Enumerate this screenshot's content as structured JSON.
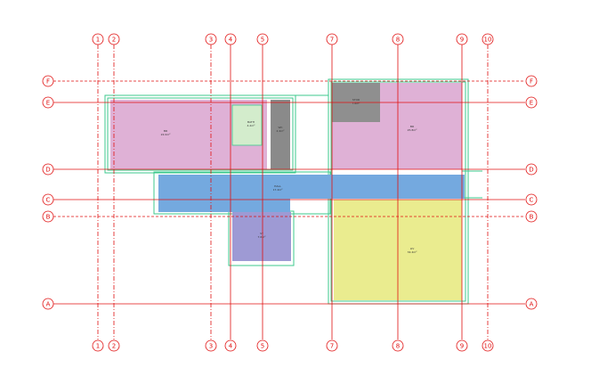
{
  "grid": {
    "vertical_labels": [
      "1",
      "2",
      "3",
      "4",
      "5",
      "7",
      "8",
      "9",
      "10"
    ],
    "horizontal_labels": [
      "F",
      "E",
      "D",
      "C",
      "B",
      "A"
    ]
  },
  "rooms": [
    {
      "name": "room-left-large",
      "label": "BR",
      "area": "22.0m²",
      "color": "#dfb1d6"
    },
    {
      "name": "room-small-green",
      "label": "BATH",
      "area": "4.2m²",
      "color": "#d3eccc"
    },
    {
      "name": "room-small-grey",
      "label": "WC",
      "area": "2.4m²",
      "color": "#8a8a8a"
    },
    {
      "name": "room-corridor",
      "label": "HALL",
      "area": "17.4m²",
      "color": "#74a9df"
    },
    {
      "name": "room-purple",
      "label": "ST",
      "area": "7.6m²",
      "color": "#9e9ad4"
    },
    {
      "name": "room-dark-grey",
      "label": "STOR",
      "area": "7.6m²",
      "color": "#8f8f8f"
    },
    {
      "name": "room-right-pink",
      "label": "BR",
      "area": "25.8m²",
      "color": "#dfb1d6"
    },
    {
      "name": "room-yellow",
      "label": "LIV",
      "area": "34.4m²",
      "color": "#eaec8f"
    }
  ],
  "colors": {
    "grid_line": "#e01010",
    "wall_outline": "#3cc98e"
  }
}
